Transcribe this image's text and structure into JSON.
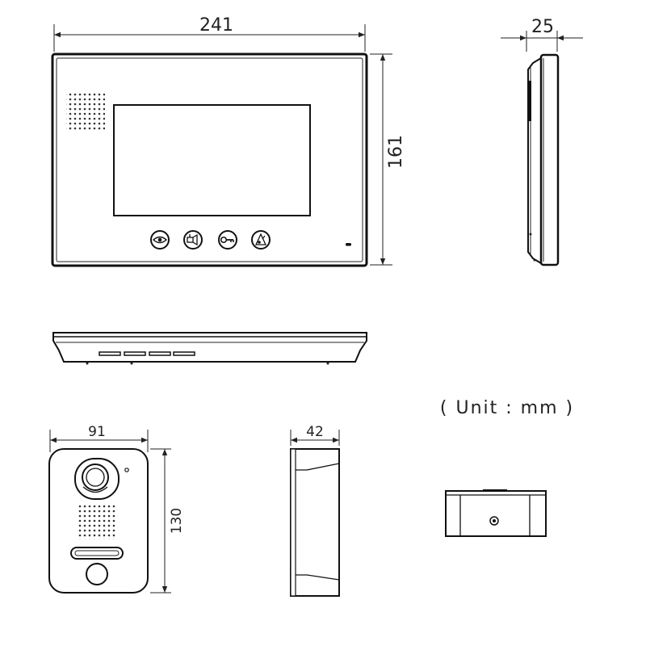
{
  "dimensions": {
    "monitor_width": "241",
    "monitor_height": "161",
    "monitor_depth": "25",
    "door_station_width": "91",
    "door_station_height": "130",
    "door_station_depth": "42"
  },
  "unit_label": "( Unit : mm )",
  "icons": [
    "eye-icon",
    "intercom-icon",
    "key-icon",
    "door-release-icon"
  ],
  "colors": {
    "line": "#222222",
    "screen_fill": "#ffffff",
    "dark_fill": "#111111"
  }
}
